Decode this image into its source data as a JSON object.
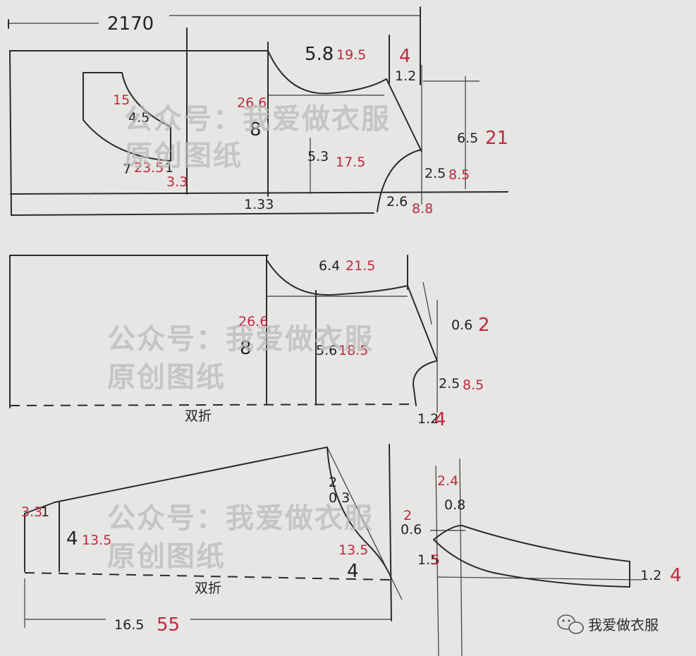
{
  "watermark": {
    "line1": "公众号：我爱做衣服",
    "line2": "原创图纸"
  },
  "brand": {
    "name": "我爱做衣服",
    "icon": "wechat-icon"
  },
  "colors": {
    "ink": "#2b2b2b",
    "red_ink": "#c0273d",
    "paper": "#e6e7e4"
  },
  "front_piece": {
    "total_width": "2170",
    "neck_width": "5.8",
    "neck_width_red": "19.5",
    "shoulder_drop_b": "4",
    "shoulder_drop": "1.2",
    "side_depth_b": "6.5",
    "side_depth_r": "21",
    "armhole_b": "2.5",
    "armhole_r": "8.5",
    "hem_b": "2.6",
    "hem_r": "8.8",
    "body_len_b": "26.6",
    "chest": "8",
    "waist_b": "5.3",
    "waist_r": "17.5",
    "bottom": "1.33",
    "pocket_b": "4.5",
    "pocket_r": "15",
    "pocket_w_b": "7",
    "pocket_w_r": "23.5",
    "pocket_small": "1",
    "pocket_small_r": "3.3"
  },
  "back_piece": {
    "neck_width": "6.4",
    "neck_width_red": "21.5",
    "shoulder_b": "0.6",
    "shoulder_r": "2",
    "body_len": "26.6",
    "chest": "8",
    "waist_b": "5.6",
    "waist_r": "18.5",
    "armhole_b": "2.5",
    "armhole_r": "8.5",
    "hem_b": "1.2",
    "hem_r": "4",
    "fold": "双折"
  },
  "sleeve": {
    "cap_b": "1",
    "cap_r": "3.3",
    "height_b": "4",
    "height_r": "13.5",
    "top_b": "0.3",
    "top_k": "2",
    "ease_b": "0.6",
    "ease_r": "2",
    "curve_r": "13.5",
    "curve_b": "4",
    "width_b": "16.5",
    "width_r": "55",
    "fold": "双折"
  },
  "collar": {
    "top_r": "2.4",
    "top_b": "0.8",
    "left_b": "1.5",
    "left_r": "5",
    "right_b": "1.2",
    "right_r": "4"
  }
}
